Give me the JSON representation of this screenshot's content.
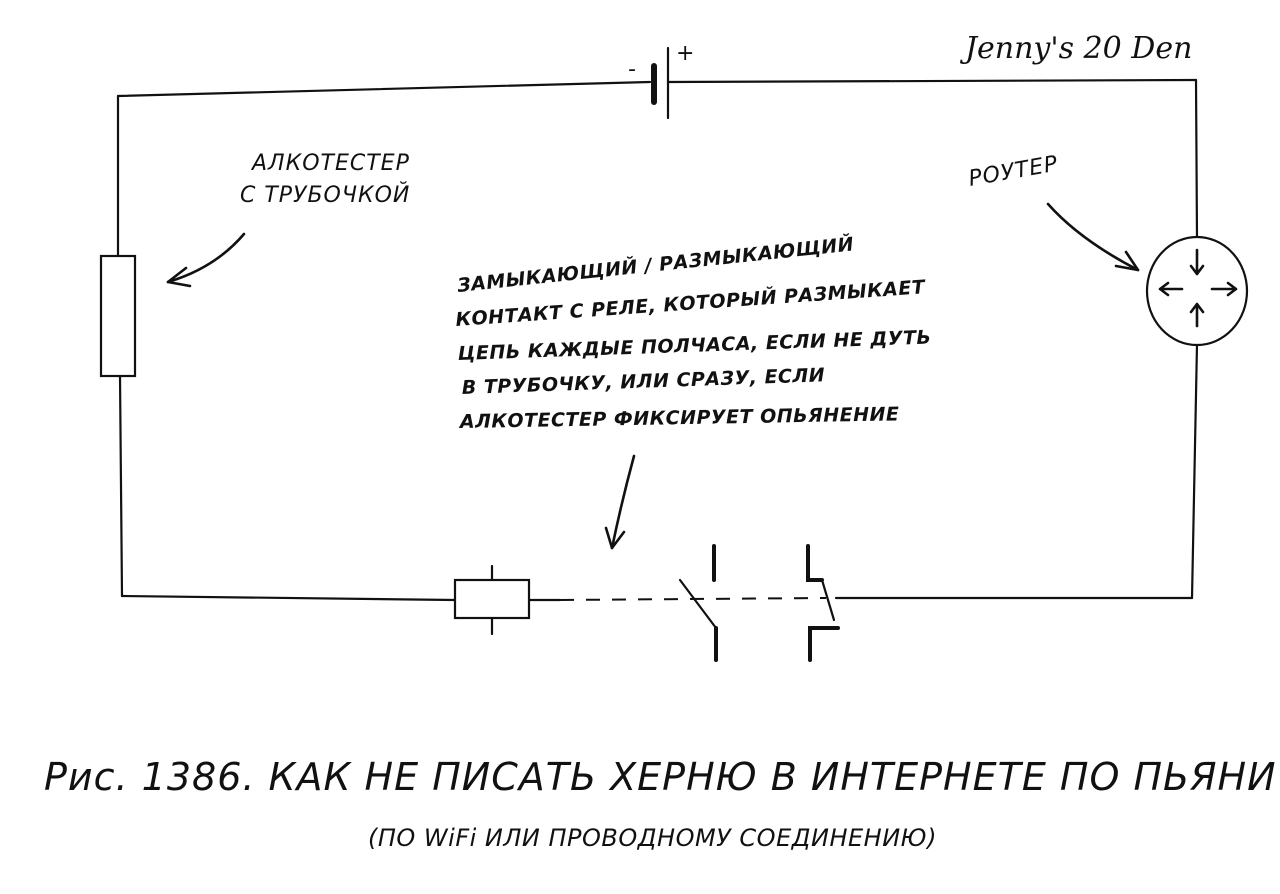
{
  "signature": "Jenny's 20 Den",
  "battery": {
    "minus_sign": "-",
    "plus_sign": "+"
  },
  "labels": {
    "breathalyzer": {
      "line1": "АЛКОТЕСТЕР",
      "line2": "С ТРУБОЧКОЙ"
    },
    "router": "РОУТЕР",
    "relay_contact": [
      "ЗАМЫКАЮЩИЙ / РАЗМЫКАЮЩИЙ",
      "КОНТАКТ С РЕЛЕ, КОТОРЫЙ РАЗМЫКАЕТ",
      "ЦЕПЬ КАЖДЫЕ ПОЛЧАСА, ЕСЛИ НЕ ДУТЬ",
      "В ТРУБОЧКУ, ИЛИ СРАЗУ, ЕСЛИ",
      "АЛКОТЕСТЕР ФИКСИРУЕТ ОПЬЯНЕНИЕ"
    ]
  },
  "caption": {
    "main": "Рис. 1386. КАК НЕ ПИСАТЬ ХЕРНЮ В ИНТЕРНЕТЕ ПО ПЬЯНИ",
    "sub": "(ПО WiFi ИЛИ ПРОВОДНОМУ СОЕДИНЕНИЮ)"
  },
  "colors": {
    "ink": "#111111",
    "paper": "#ffffff"
  },
  "icons": [
    "battery-symbol",
    "resistor-box",
    "router-circle",
    "relay-coil",
    "relay-switch-normally-open",
    "relay-switch-normally-closed",
    "arrow"
  ]
}
